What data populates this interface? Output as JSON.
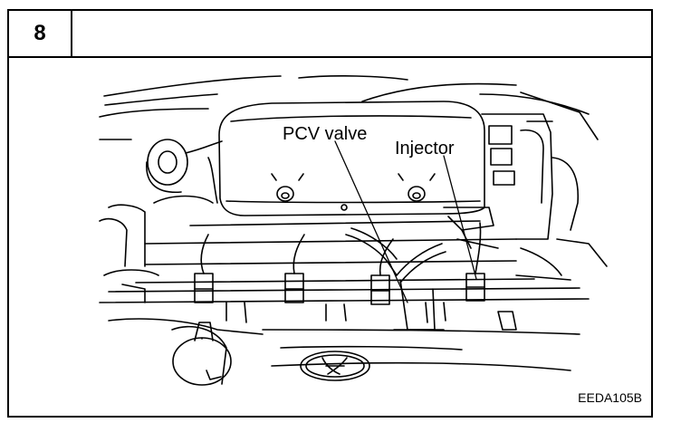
{
  "header": {
    "step_number": "8",
    "title": ""
  },
  "figure": {
    "labels": {
      "pcv_valve": "PCV valve",
      "injector": "Injector"
    },
    "code": "EEDA105B"
  }
}
